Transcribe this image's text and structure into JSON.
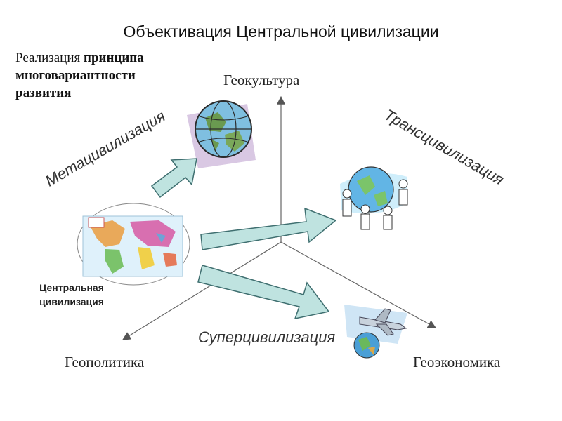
{
  "title": "Объективация Центральной цивилизации",
  "subtitle": {
    "line1_plain": "Реализация ",
    "line1_bold": "принципа",
    "line2": "многовариантности",
    "line3": "развития"
  },
  "axes": {
    "top": "Геокультура",
    "left": "Геополитика",
    "right": "Геоэкономика"
  },
  "labels": {
    "meta": "Метацивилизация",
    "trans": "Трансцивилизация",
    "super": "Суперцивилизация"
  },
  "central": {
    "line1": "Центральная",
    "line2": "цивилизация"
  },
  "images": {
    "world_map": "world-map-image",
    "globe": "globe-clipart",
    "people_globe": "people-around-globe-clipart",
    "airplane_globe": "airplane-globe-clipart"
  },
  "colors": {
    "arrow_fill": "#bfe3e0",
    "arrow_stroke": "#3f6f70",
    "axis_line": "#666666"
  }
}
